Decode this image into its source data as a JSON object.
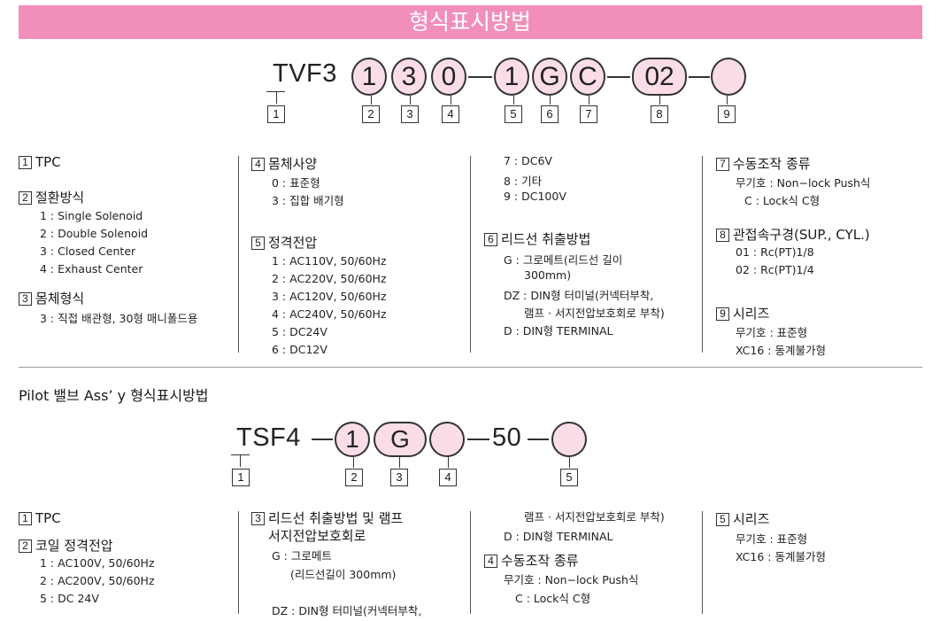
{
  "title": "형식표시방법",
  "code1": {
    "prefix": "TVF3",
    "bubbles": [
      "1",
      "3",
      "0",
      "1",
      "G",
      "C",
      "02",
      ""
    ],
    "numbers": [
      "1",
      "2",
      "3",
      "4",
      "5",
      "6",
      "7",
      "8",
      "9"
    ]
  },
  "sec1": {
    "col1": {
      "b1": {
        "num": "1",
        "title": "TPC"
      },
      "b2": {
        "num": "2",
        "title": "절환방식",
        "items": [
          "1 : Single Solenoid",
          "2 : Double Solenoid",
          "3 : Closed Center",
          "4 : Exhaust Center"
        ]
      },
      "b3": {
        "num": "3",
        "title": "몸체형식",
        "items": [
          "3 : 직접 배관형, 30형 매니폴드용"
        ]
      }
    },
    "col2": {
      "b4": {
        "num": "4",
        "title": "몸체사양",
        "items": [
          "0 : 표준형",
          "3 : 집합 배기형"
        ]
      },
      "b5": {
        "num": "5",
        "title": "정격전압",
        "items": [
          "1 : AC110V, 50/60Hz",
          "2 : AC220V, 50/60Hz",
          "3 : AC120V, 50/60Hz",
          "4 : AC240V, 50/60Hz",
          "5 : DC24V",
          "6 : DC12V"
        ]
      }
    },
    "col3": {
      "cont": [
        "7 : DC6V",
        "8 : 기타",
        "9 : DC100V"
      ],
      "b6": {
        "num": "6",
        "title": "리드선 취출방법",
        "items": [
          "G : 그로메트(리드선 길이",
          "300mm)",
          "DZ : DIN형 터미널(커넥터부착,",
          "램프 · 서지전압보호회로 부착)",
          "D : DIN형 TERMINAL"
        ]
      }
    },
    "col4": {
      "b7": {
        "num": "7",
        "title": "수동조작 종류",
        "items": [
          "무기호 : Non−lock Push식",
          "C   : Lock식 C형"
        ]
      },
      "b8": {
        "num": "8",
        "title": "관접속구경(SUP., CYL.)",
        "items": [
          "01 : Rc(PT)1/8",
          "02 : Rc(PT)1/4"
        ]
      },
      "b9": {
        "num": "9",
        "title": "시리즈",
        "items": [
          "무기호 : 표준형",
          "XC16 : 동계불가형"
        ]
      }
    }
  },
  "pilot_title": "Pilot 밸브 Ass’ y 형식표시방법",
  "code2": {
    "prefix": "TSF4",
    "bubbles": [
      "1",
      "G",
      "",
      "50",
      ""
    ],
    "numbers": [
      "1",
      "2",
      "3",
      "4",
      "5"
    ]
  },
  "sec2": {
    "col1": {
      "b1": {
        "num": "1",
        "title": "TPC"
      },
      "b2": {
        "num": "2",
        "title": "코일 정격전압",
        "items": [
          "1 : AC100V, 50/60Hz",
          "2 : AC200V, 50/60Hz",
          "5 : DC 24V"
        ]
      }
    },
    "col2": {
      "b3": {
        "num": "3",
        "title1": "리드선 취출방법 및 램프",
        "title2": "서지전압보호회로",
        "items": [
          "G : 그로메트",
          "(리드선길이 300mm)",
          "DZ : DIN형 터미널(커넥터부착,"
        ]
      }
    },
    "col3": {
      "cont": [
        "램프 · 서지전압보호회로 부착)",
        "D : DIN형 TERMINAL"
      ],
      "b4": {
        "num": "4",
        "title": "수동조작 종류",
        "items": [
          "무기호 : Non−lock Push식",
          "C   : Lock식 C형"
        ]
      }
    },
    "col4": {
      "b5": {
        "num": "5",
        "title": "시리즈",
        "items": [
          "무기호 : 표준형",
          "XC16 : 동계불가형"
        ]
      }
    }
  }
}
